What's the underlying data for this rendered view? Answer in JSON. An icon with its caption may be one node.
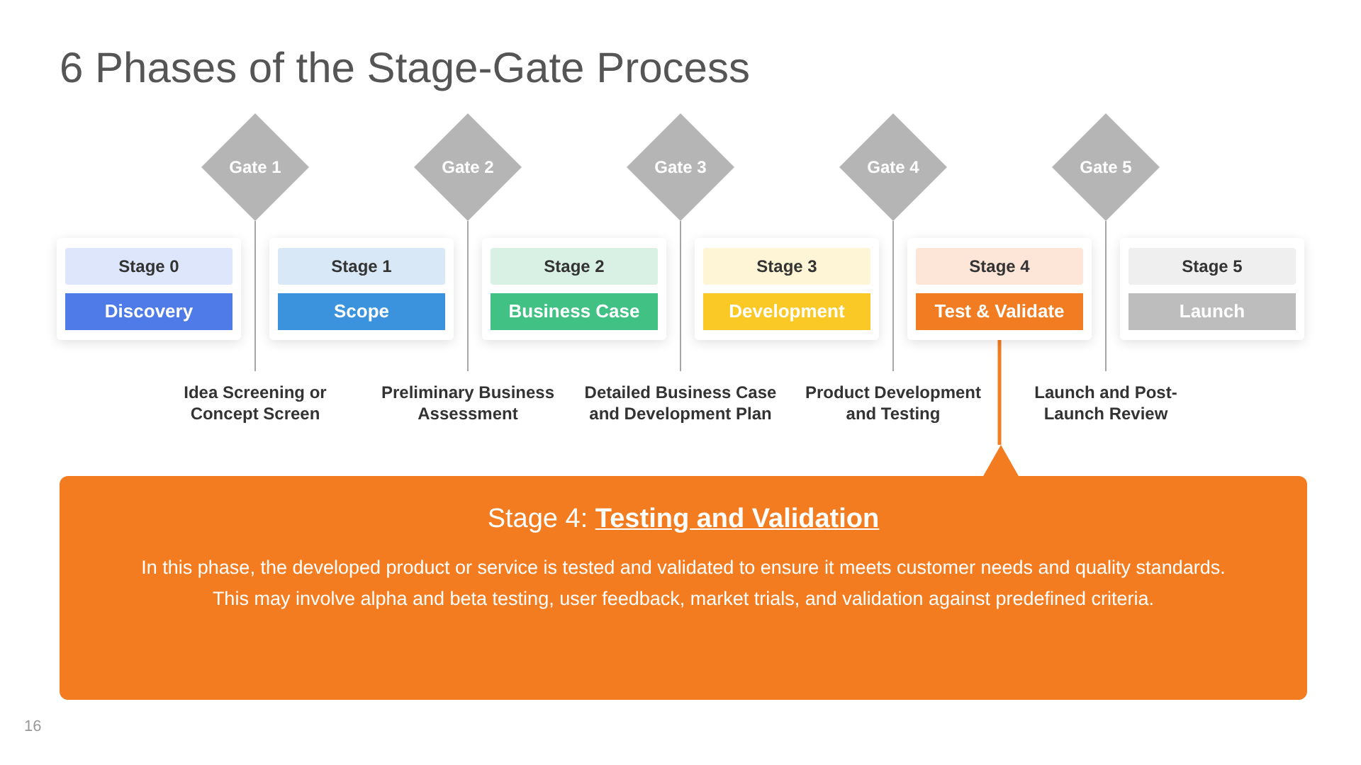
{
  "diagram": {
    "title": "6 Phases of the Stage-Gate Process",
    "nodes": [
      {
        "text": [
          "Stage 0",
          "Discovery"
        ]
      },
      {
        "text": [
          "Stage 1",
          "Scope"
        ]
      },
      {
        "text": [
          "Stage 2",
          "Business Case"
        ]
      },
      {
        "text": [
          "Stage 3",
          "Development"
        ]
      },
      {
        "text": [
          "Stage 4",
          "Test & Validate"
        ]
      },
      {
        "text": [
          "Stage 5",
          "Launch"
        ]
      },
      {
        "text": [
          "Gate 1"
        ]
      },
      {
        "text": [
          "Gate 2"
        ]
      },
      {
        "text": [
          "Gate 3"
        ]
      },
      {
        "text": [
          "Gate 4"
        ]
      },
      {
        "text": [
          "Gate 5"
        ]
      },
      {
        "text": [
          "Idea Screening or Concept Screen"
        ]
      },
      {
        "text": [
          "Preliminary Business Assessment"
        ]
      },
      {
        "text": [
          "Detailed Business Case and Development Plan"
        ]
      },
      {
        "text": [
          "Product Development and Testing"
        ]
      },
      {
        "text": [
          "Launch and Post-Launch Review"
        ]
      },
      {
        "text": [
          "Stage 4: **Testing and Validation**",
          "In this phase, the developed product or service is tested and validated to ensure it meets customer needs and quality standards. This may involve alpha and beta testing, user feedback, market trials, and validation against predefined criteria."
        ]
      }
    ],
    "edges": [
      {
        "from": 6,
        "to": 11,
        "arrow": "none"
      },
      {
        "from": 7,
        "to": 12,
        "arrow": "none"
      },
      {
        "from": 8,
        "to": 13,
        "arrow": "none"
      },
      {
        "from": 9,
        "to": 14,
        "arrow": "none"
      },
      {
        "from": 10,
        "to": 15,
        "arrow": "none"
      },
      {
        "from": 4,
        "to": 16,
        "arrow": "none",
        "style": "thick",
        "color": "#f47c20"
      }
    ],
    "labels": [
      "16"
    ]
  }
}
